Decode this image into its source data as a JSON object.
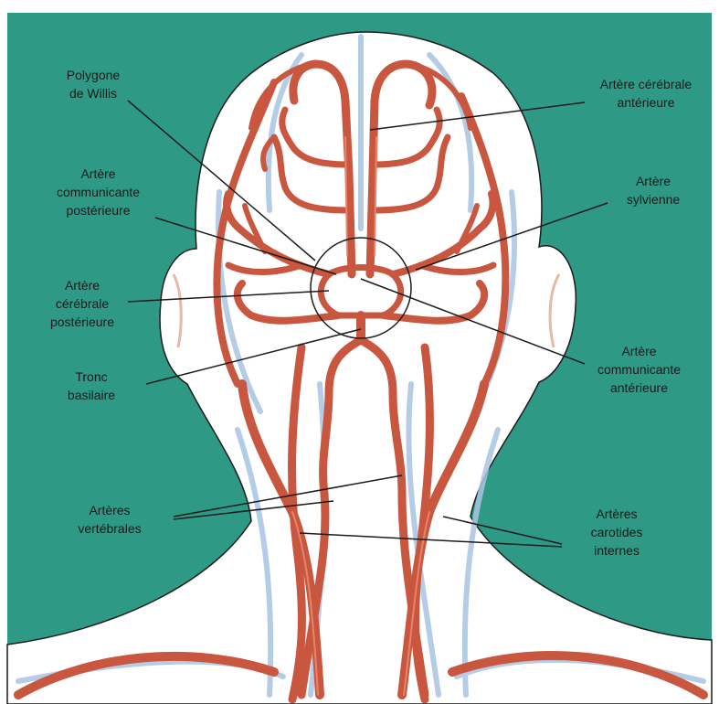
{
  "colors": {
    "background": "#2e9a86",
    "skin": "#ffffff",
    "artery": "#c9573f",
    "artery_highlight": "#e98a6e",
    "vein": "#a9c4e2",
    "outline": "#1c1c1c"
  },
  "labels": {
    "polygone_willis": [
      "Polygone",
      "de Willis"
    ],
    "cerebrale_anterieure": [
      "Artère cérébrale",
      "antérieure"
    ],
    "communicante_posterieure": [
      "Artère",
      "communicante",
      "postérieure"
    ],
    "sylvienne": [
      "Artère",
      "sylvienne"
    ],
    "cerebrale_posterieure": [
      "Artère",
      "cérébrale",
      "postérieure"
    ],
    "communicante_anterieure": [
      "Artère",
      "communicante",
      "antérieure"
    ],
    "tronc_basilaire": [
      "Tronc",
      "basilaire"
    ],
    "vertebrales": [
      "Artères",
      "vertébrales"
    ],
    "carotides": [
      "Artères",
      "carotides",
      "internes"
    ]
  }
}
